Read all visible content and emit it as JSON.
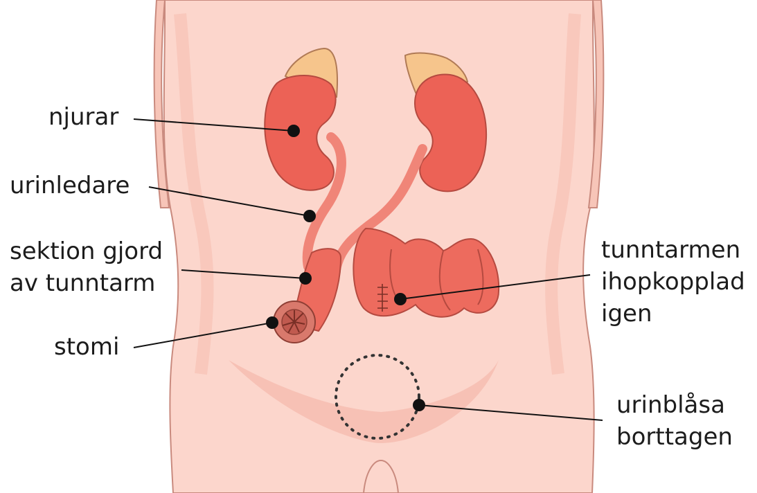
{
  "labels": {
    "njurar": "njurar",
    "urinledare": "urinledare",
    "sektion_line1": "sektion gjord",
    "sektion_line2": "av tunntarm",
    "stomi": "stomi",
    "tunntarm_line1": "tunntarmen",
    "tunntarm_line2": "ihopkopplad",
    "tunntarm_line3": "igen",
    "urinblasa_line1": "urinblåsa",
    "urinblasa_line2": "borttagen"
  },
  "colors": {
    "skin": "#fcd6cc",
    "skin_shadow": "#f5b9ab",
    "outline": "#c98a7e",
    "kidney": "#ec6256",
    "kidney_dark": "#d94a42",
    "adrenal": "#f6c58c",
    "ureter": "#f08578",
    "intestine": "#ed6b5e",
    "stoma": "#d9796c",
    "leader": "#111111"
  },
  "icons": {
    "bladder_removed": "dotted-circle-icon",
    "stoma": "stoma-spiral-icon"
  }
}
